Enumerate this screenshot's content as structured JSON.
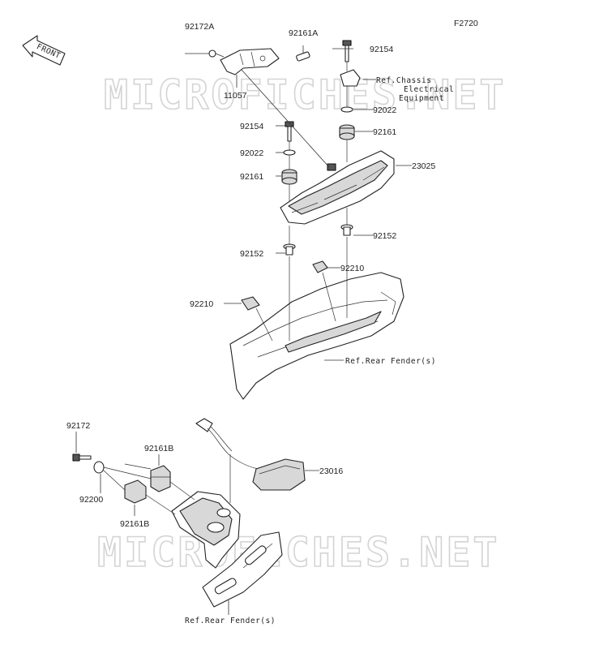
{
  "figure_code": "F2720",
  "front_badge": "FRONT",
  "watermark": "MICROFICHES.NET",
  "labels": {
    "p92172A": "92172A",
    "p92161A": "92161A",
    "p92154_top": "92154",
    "ref_chassis_1": "Ref.Chassis",
    "ref_chassis_2": "Electrical",
    "ref_chassis_3": "Equipment",
    "p11057": "11057",
    "p92022_right": "92022",
    "p92154_left": "92154",
    "p92161_right": "92161",
    "p92022_left": "92022",
    "p23025": "23025",
    "p92161_left": "92161",
    "p92152_right": "92152",
    "p92152_left": "92152",
    "p92210_right": "92210",
    "p92210_left": "92210",
    "ref_rear_fender_top": "Ref.Rear Fender(s)",
    "p92172": "92172",
    "p92161B_top": "92161B",
    "p23016": "23016",
    "p92200": "92200",
    "p92161B_bottom": "92161B",
    "ref_rear_fender_bottom": "Ref.Rear Fender(s)"
  }
}
